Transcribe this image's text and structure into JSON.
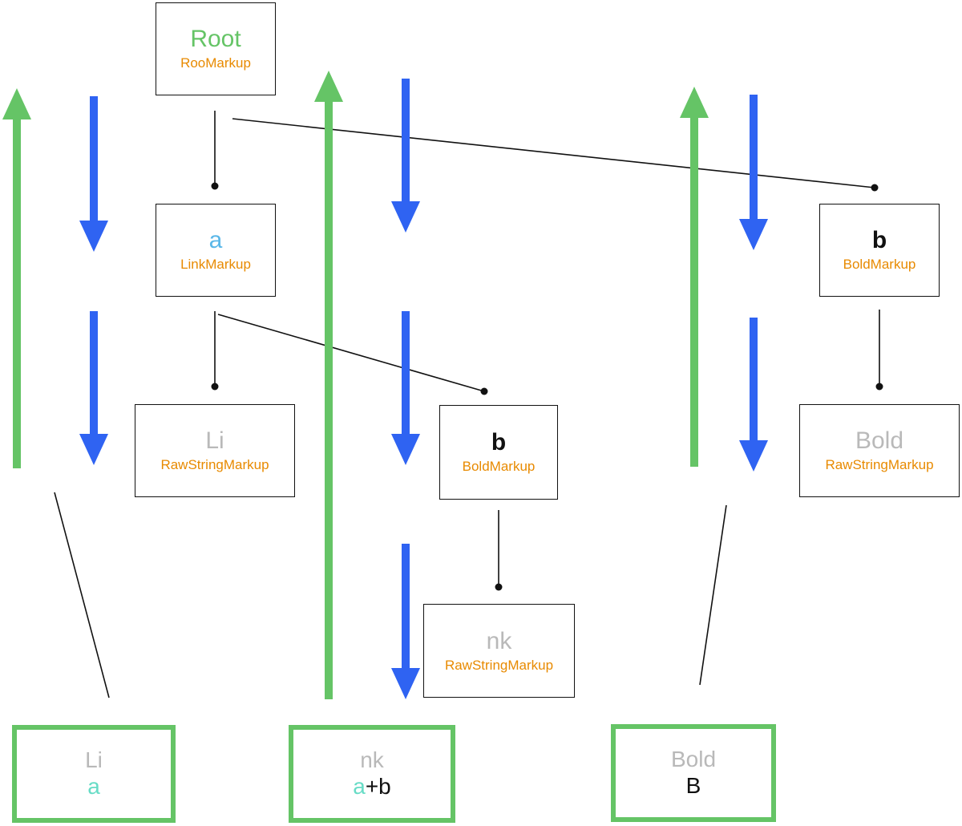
{
  "colors": {
    "green": "#65c466",
    "blue": "#2f63f2",
    "orange": "#e88a00",
    "gray": "#b9b9b9",
    "link": "#5ab7e8",
    "teal": "#67dcc6",
    "black": "#111111"
  },
  "nodes": {
    "root": {
      "text": "Root",
      "type": "RooMarkup"
    },
    "link_a": {
      "text": "a",
      "type": "LinkMarkup"
    },
    "bold_b_right": {
      "text": "b",
      "type": "BoldMarkup"
    },
    "raw_li": {
      "text": "Li",
      "type": "RawStringMarkup"
    },
    "bold_b_mid": {
      "text": "b",
      "type": "BoldMarkup"
    },
    "raw_bold": {
      "text": "Bold",
      "type": "RawStringMarkup"
    },
    "raw_nk": {
      "text": "nk",
      "type": "RawStringMarkup"
    }
  },
  "outputs": {
    "left": {
      "text": "Li",
      "parts": [
        "a"
      ]
    },
    "middle": {
      "text": "nk",
      "parts": [
        "a",
        "+b"
      ]
    },
    "right": {
      "text": "Bold",
      "parts": [
        "B"
      ]
    }
  }
}
